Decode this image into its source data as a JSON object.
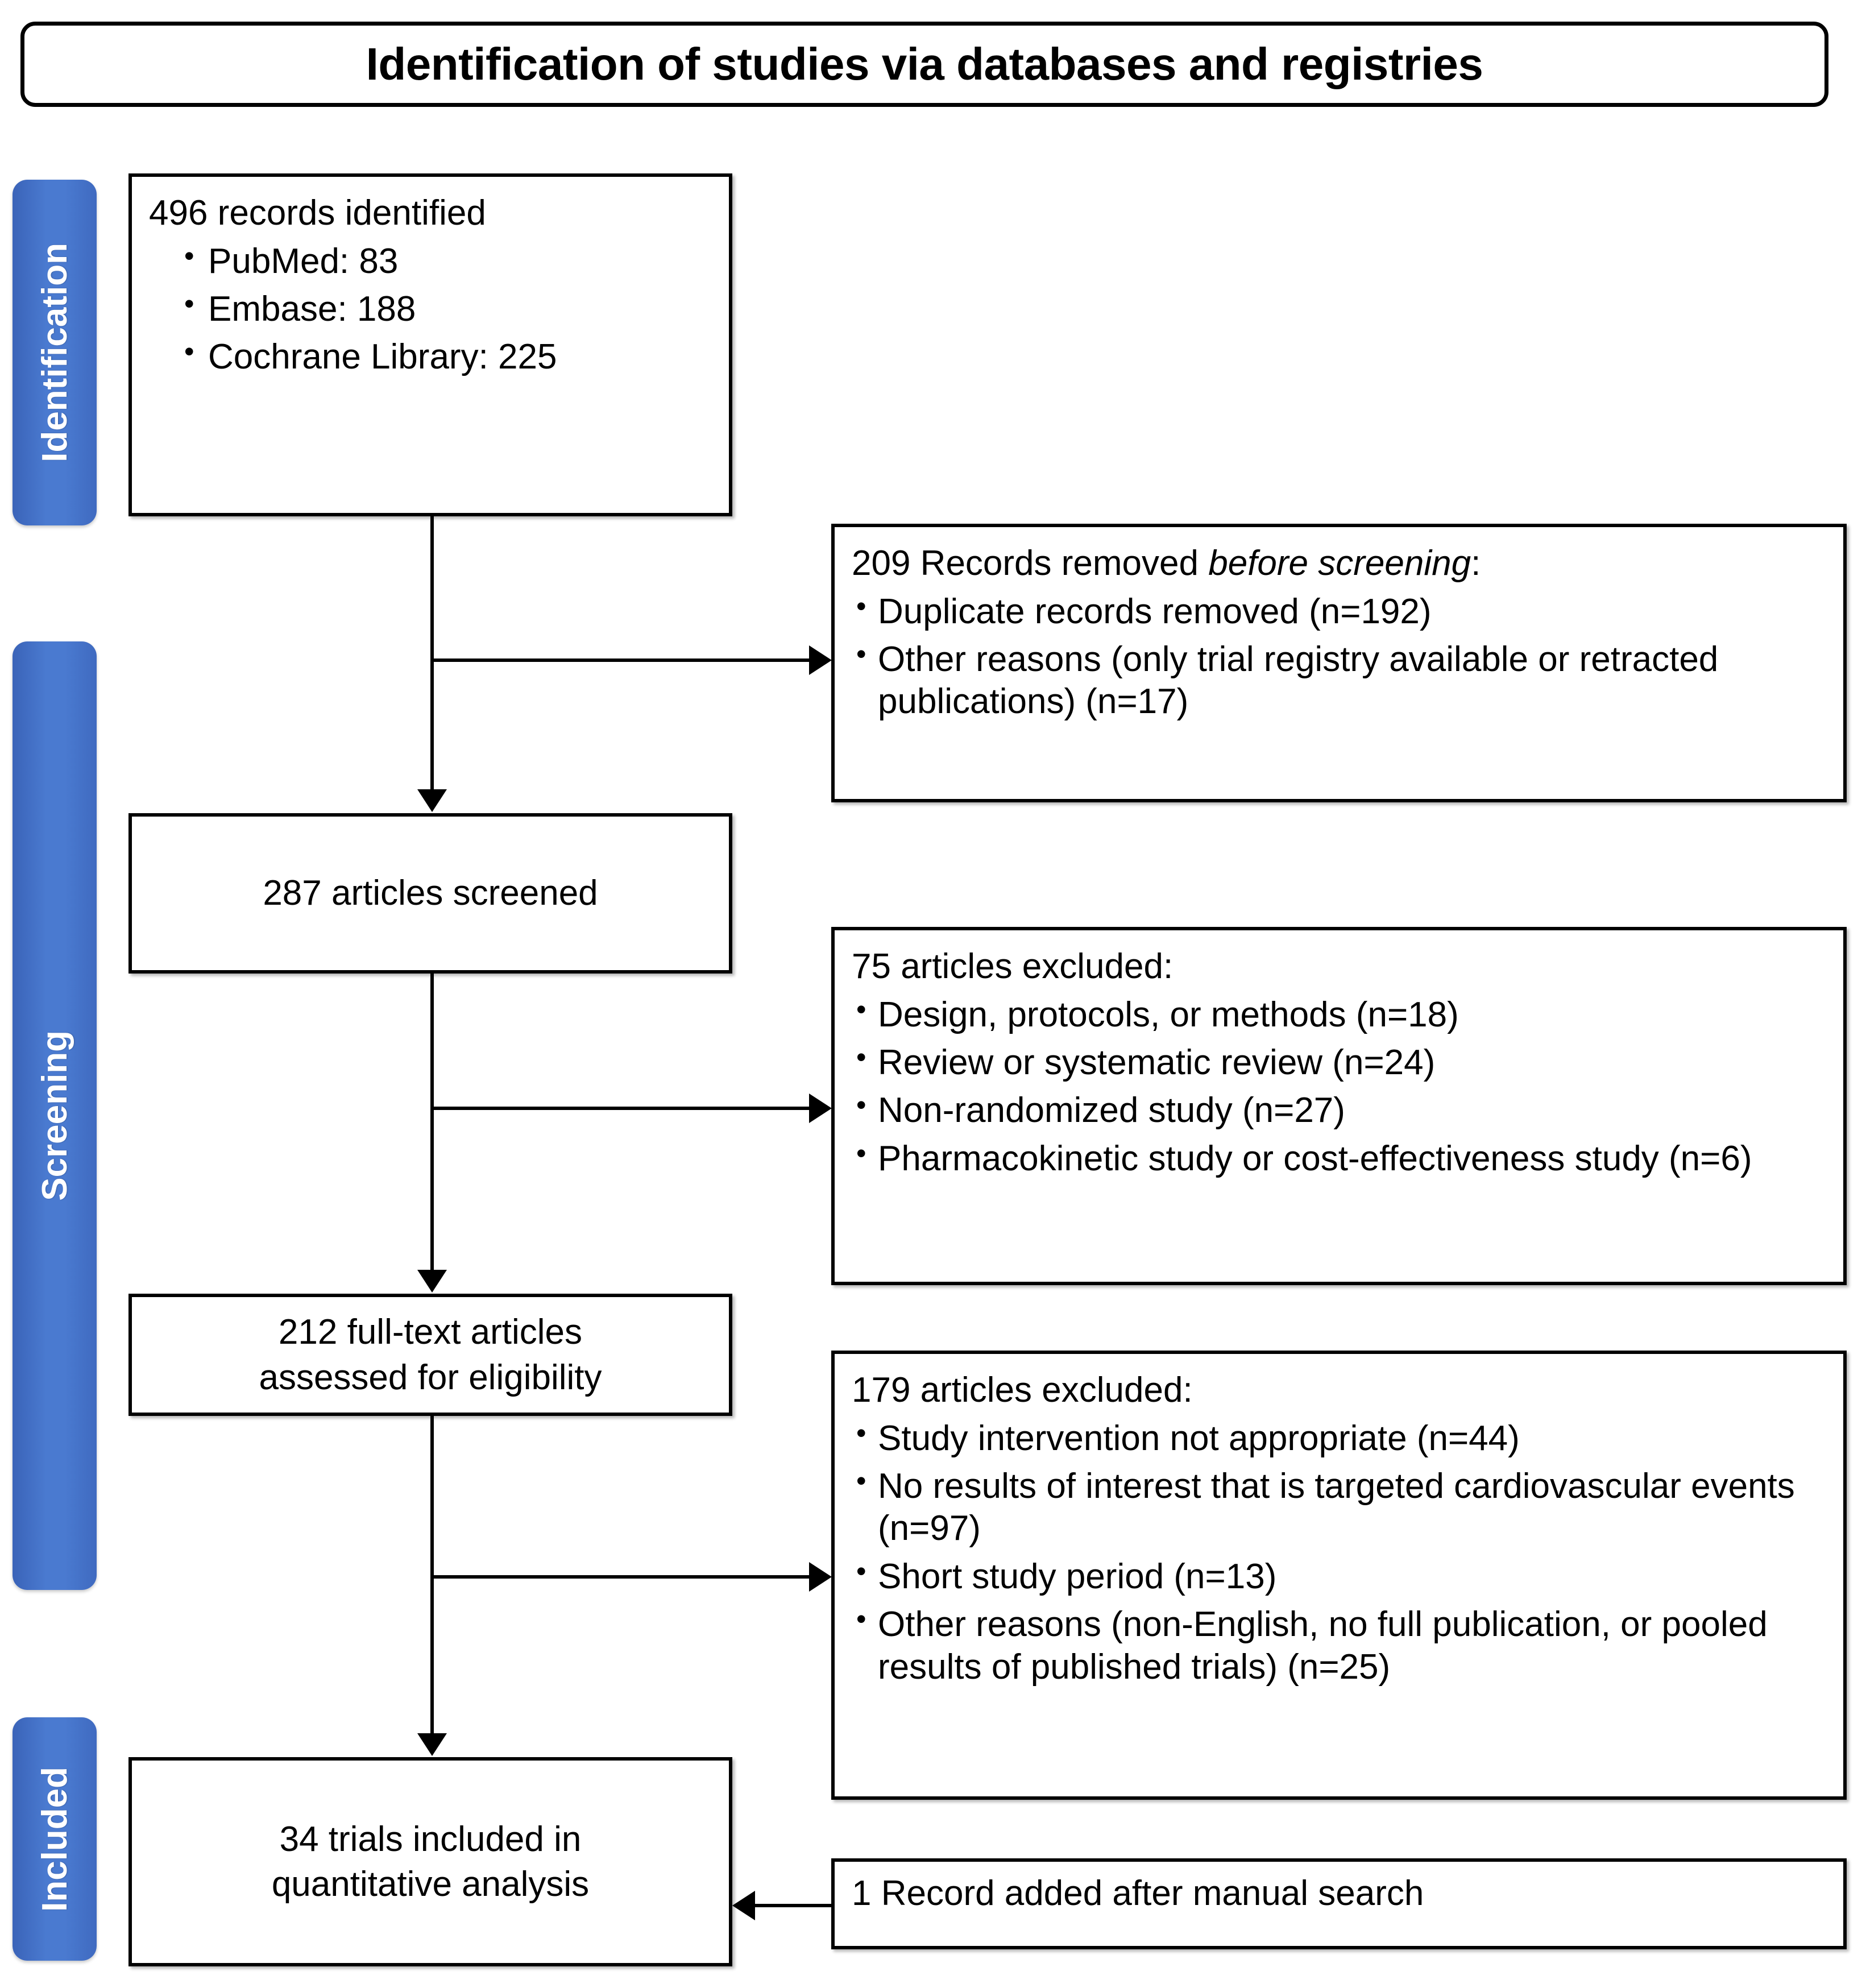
{
  "title": "Identification of studies via databases and registries",
  "accent_color": "#4472C4",
  "line_color": "#000000",
  "stages": [
    {
      "label": "Identification"
    },
    {
      "label": "Screening"
    },
    {
      "label": "Included"
    }
  ],
  "nodes": {
    "identified": {
      "lead": "496 records identified",
      "items": [
        "PubMed: 83",
        "Embase: 188",
        "Cochrane Library: 225"
      ]
    },
    "removed_before_screening": {
      "lead_prefix": "209 Records removed ",
      "lead_italic": "before screening",
      "lead_suffix": ":",
      "items": [
        "Duplicate records removed (n=192)",
        "Other reasons (only trial registry available or retracted publications) (n=17)"
      ]
    },
    "screened": {
      "text": "287 articles screened"
    },
    "excluded_screening": {
      "lead": "75 articles excluded:",
      "items": [
        "Design, protocols, or methods (n=18)",
        "Review or systematic review (n=24)",
        "Non-randomized study (n=27)",
        "Pharmacokinetic study or cost-effectiveness study (n=6)"
      ]
    },
    "fulltext": {
      "line1": "212 full-text articles",
      "line2": "assessed for eligibility"
    },
    "excluded_eligibility": {
      "lead": "179 articles excluded:",
      "items": [
        "Study intervention not appropriate (n=44)",
        "No results of interest that is targeted cardiovascular events (n=97)",
        "Short study period (n=13)",
        "Other reasons (non-English, no full publication, or pooled results of published trials) (n=25)"
      ]
    },
    "included": {
      "line1": "34 trials included in",
      "line2": "quantitative analysis"
    },
    "manual_search": {
      "text": "1 Record added after manual search"
    }
  }
}
